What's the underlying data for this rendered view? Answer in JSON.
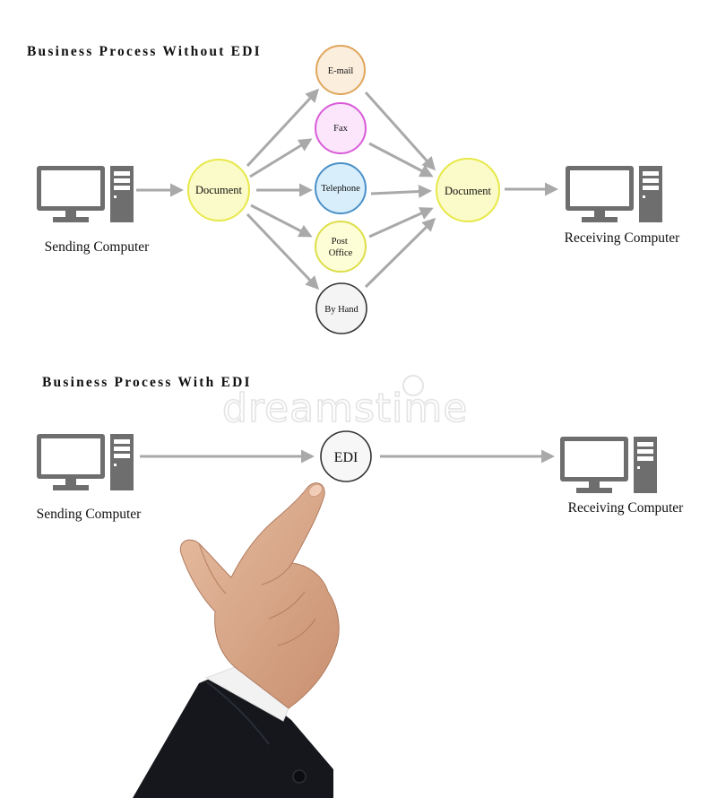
{
  "section_without": {
    "title": "Business Process Without EDI",
    "sender": "Sending Computer",
    "document_left": "Document",
    "channels": [
      "E-mail",
      "Fax",
      "Telephone",
      "Post Office",
      "By Hand"
    ],
    "document_right": "Document",
    "receiver": "Receiving Computer"
  },
  "section_with": {
    "title": "Business Process With EDI",
    "sender": "Sending Computer",
    "edi": "EDI",
    "receiver": "Receiving Computer"
  },
  "watermark": "dreamstime",
  "colors": {
    "computer": "#6e6e6e",
    "arrow": "#a9a9a9",
    "document_fill": "#fbfbc9",
    "document_stroke": "#e8e84a",
    "email_fill": "#fbeedd",
    "email_stroke": "#e0a65c",
    "fax_fill": "#fbe6fb",
    "fax_stroke": "#d95bd9",
    "telephone_fill": "#d8eefa",
    "telephone_stroke": "#4a90c8",
    "post_fill": "#fdfdd6",
    "post_stroke": "#dede4a",
    "hand_fill": "#f4f4f4",
    "hand_stroke": "#333333",
    "skin": "#e0b092",
    "suit": "#15171c"
  },
  "icons": [
    "desktop-computer-icon",
    "pointing-hand"
  ]
}
